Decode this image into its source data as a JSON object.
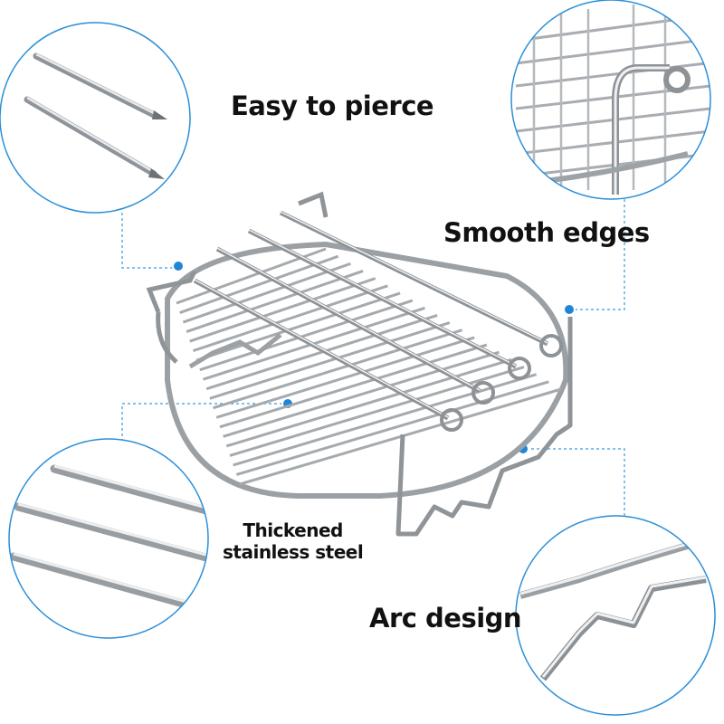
{
  "callouts": {
    "pierce": "Easy to pierce",
    "smooth": "Smooth edges",
    "steel_line1": "Thickened",
    "steel_line2": "stainless steel",
    "arc": "Arc design"
  },
  "colors": {
    "circle_border": "#2a8fd8",
    "leader_line": "#3a96dc",
    "dot": "#1f86d6",
    "steel_light": "#e4e6e8",
    "steel_dark": "#8c9196",
    "text": "#111111"
  },
  "icons": [
    "zoom-circle-skewer-tips",
    "zoom-circle-hook-edge",
    "zoom-circle-steel-bars",
    "zoom-circle-arc-wire"
  ]
}
